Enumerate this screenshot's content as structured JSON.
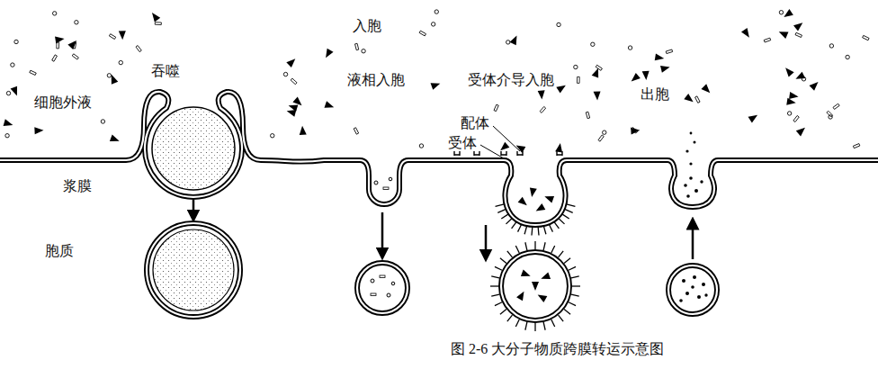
{
  "diagram": {
    "caption": "图 2-6 大分子物质跨膜转运示意图",
    "labels": [
      "入胞",
      "吞噬",
      "液相入胞",
      "受体介导入胞",
      "出胞",
      "细胞外液",
      "配体",
      "受体",
      "浆膜",
      "胞质"
    ]
  }
}
